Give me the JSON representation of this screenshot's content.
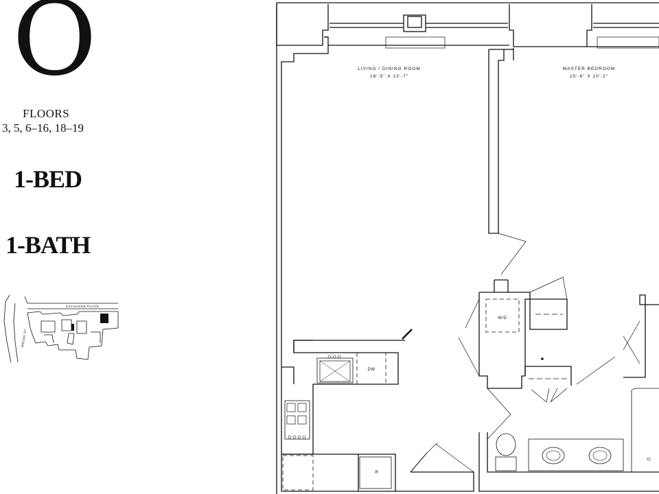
{
  "unit": {
    "letter": "O",
    "floors_title": "FLOORS",
    "floors_list": "3, 5, 6–16, 18–19",
    "bedrooms": "1-BED",
    "bathrooms": "1-BATH"
  },
  "key_map": {
    "street_top": "EXCHANGE PLACE",
    "street_left": "BROAD ST"
  },
  "rooms": {
    "living": {
      "name": "LIVING / DINING ROOM",
      "dims": "18'-5\" X 13'-7\""
    },
    "master": {
      "name": "MASTER BEDROOM",
      "dims": "15'-6\" X 10'-2\""
    }
  },
  "fixtures": {
    "washer_dryer": "W/D",
    "dishwasher": "DW",
    "refrigerator": "R"
  },
  "colors": {
    "line": "#111111",
    "background": "#ffffff"
  }
}
